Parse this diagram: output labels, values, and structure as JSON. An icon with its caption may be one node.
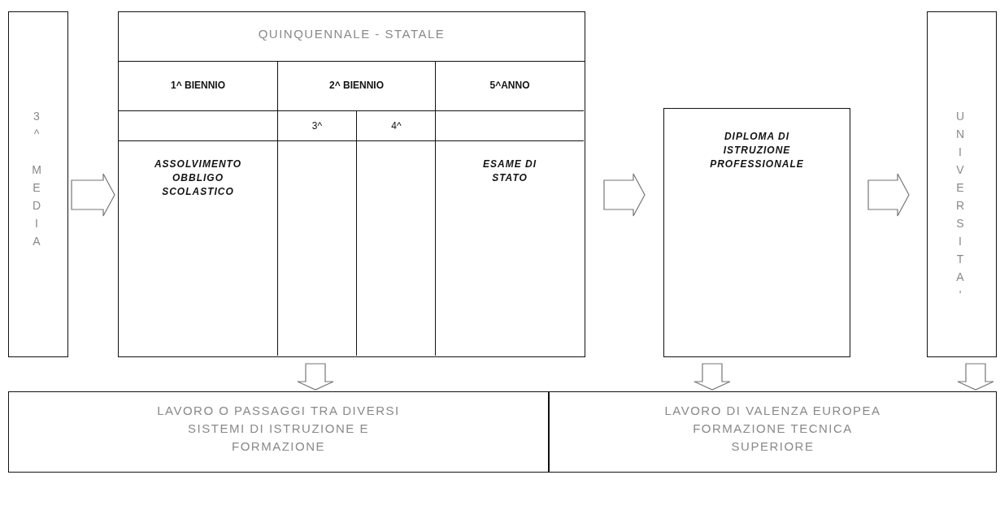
{
  "diagram": {
    "nodes": [
      {
        "text": [
          "3^ MEDIA"
        ]
      },
      {
        "text": [
          "QUINQUENNALE - STATALE"
        ]
      },
      {
        "text": [
          "1^ BIENNIO",
          "ASSOLVIMENTO OBBLIGO SCOLASTICO"
        ],
        "in": 1
      },
      {
        "text": [
          "2^ BIENNIO"
        ],
        "in": 1
      },
      {
        "text": [
          "3^"
        ],
        "in": 3
      },
      {
        "text": [
          "4^"
        ],
        "in": 3
      },
      {
        "text": [
          "5^ANNO",
          "ESAME DI STATO"
        ],
        "in": 1
      },
      {
        "text": [
          "DIPLOMA DI ISTRUZIONE PROFESSIONALE"
        ]
      },
      {
        "text": [
          "UNIVERSITA'"
        ]
      },
      {
        "text": [
          "LAVORO O PASSAGGI TRA DIVERSI SISTEMI DI ISTRUZIONE E FORMAZIONE"
        ]
      },
      {
        "text": [
          "LAVORO DI VALENZA EUROPEA FORMAZIONE TECNICA SUPERIORE"
        ]
      }
    ],
    "edges": [
      {
        "from": 0,
        "to": 1,
        "arrow": "to"
      },
      {
        "from": 1,
        "to": 7,
        "arrow": "to"
      },
      {
        "from": 7,
        "to": 8,
        "arrow": "to"
      },
      {
        "from": 1,
        "to": 9,
        "arrow": "to"
      },
      {
        "from": 7,
        "to": 10,
        "arrow": "to"
      },
      {
        "from": 8,
        "to": 10,
        "arrow": "to"
      }
    ]
  }
}
